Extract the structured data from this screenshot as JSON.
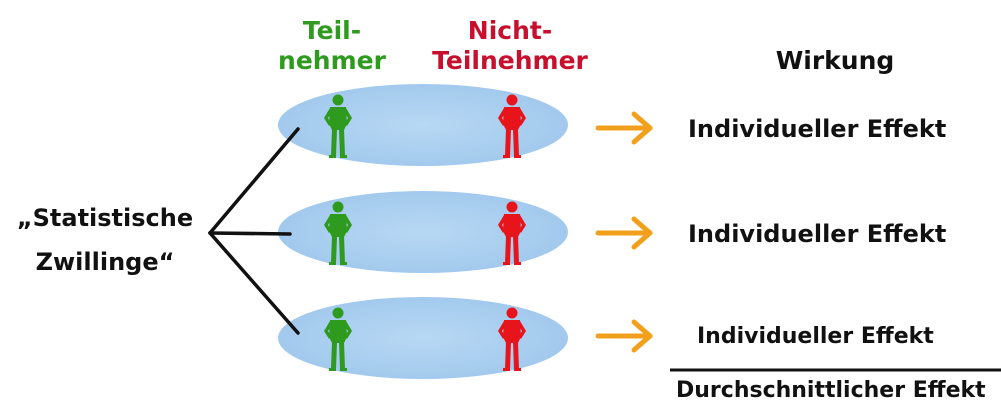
{
  "headers": {
    "participants": {
      "line1": "Teil-",
      "line2": "nehmer",
      "color": "#2e9a1e"
    },
    "non_participants": {
      "line1": "Nicht-",
      "line2": "Teilnehmer",
      "color": "#c8102e"
    },
    "effect": {
      "text": "Wirkung"
    }
  },
  "twins_label": {
    "line1": "„Statistische",
    "line2": "Zwillinge“"
  },
  "rows": [
    {
      "effect_label": "Individueller Effekt"
    },
    {
      "effect_label": "Individueller Effekt"
    },
    {
      "effect_label": "Individueller Effekt"
    }
  ],
  "average_effect_label": "Durchschnittlicher Effekt",
  "colors": {
    "ellipse": "#a9cfef",
    "participant_figure": "#2e9a1e",
    "non_participant_figure": "#e8141c",
    "arrow": "#f2a01c",
    "connector": "#111111"
  }
}
